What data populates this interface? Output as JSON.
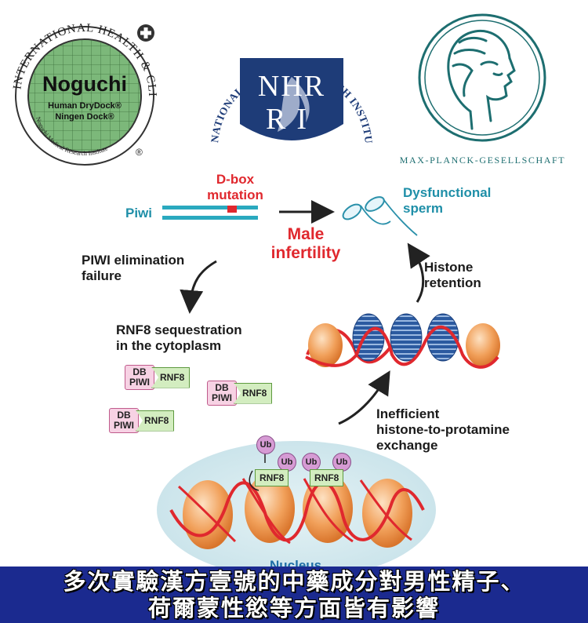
{
  "logos": {
    "noguchi": {
      "ring_text": "INTERNATIONAL HEALTH & CLINIC",
      "inner_text": "Noguchi Medical Research Institute",
      "title": "Noguchi",
      "line1": "Human DryDock®",
      "line2": "Ningen Dock®",
      "registered": "®"
    },
    "nhri": {
      "arc_text": "NATIONAL HEALTH RESEARCH INSTITUTES",
      "letters_top": "NHR",
      "letters_bottom": "RI"
    },
    "mpg": {
      "name": "MAX-PLANCK-GESELLSCHAFT"
    }
  },
  "diagram": {
    "piwi_label": "Piwi",
    "dbox_mutation": "D-box\nmutation",
    "male_infertility": "Male\ninfertility",
    "dysfunctional_sperm": "Dysfunctional\nsperm",
    "histone_retention": "Histone\nretention",
    "piwi_elimination_failure": "PIWI elimination\nfailure",
    "rnf8_sequestration": "RNF8 sequestration\nin the cytoplasm",
    "inefficient_exchange": "Inefficient\nhistone-to-protamine\nexchange",
    "nucleus_label": "Nucleus",
    "ub_label": "Ub",
    "rnf8_label": "RNF8",
    "chips": [
      {
        "db": "DB\nPIWI",
        "rnf": "RNF8"
      },
      {
        "db": "DB\nPIWI",
        "rnf": "RNF8"
      },
      {
        "db": "DB\nPIWI",
        "rnf": "RNF8"
      }
    ]
  },
  "caption": {
    "line1": "多次實驗漢方壹號的中藥成分對男性精子、",
    "line2": "荷爾蒙性慾等方面皆有影響"
  },
  "colors": {
    "teal": "#1f8fa8",
    "red": "#e0282e",
    "caption_bg": "#1b2a8f",
    "noguchi_green": "#7cb87a",
    "nhri_navy": "#1e3c78",
    "mpg_teal": "#1d6e70"
  }
}
